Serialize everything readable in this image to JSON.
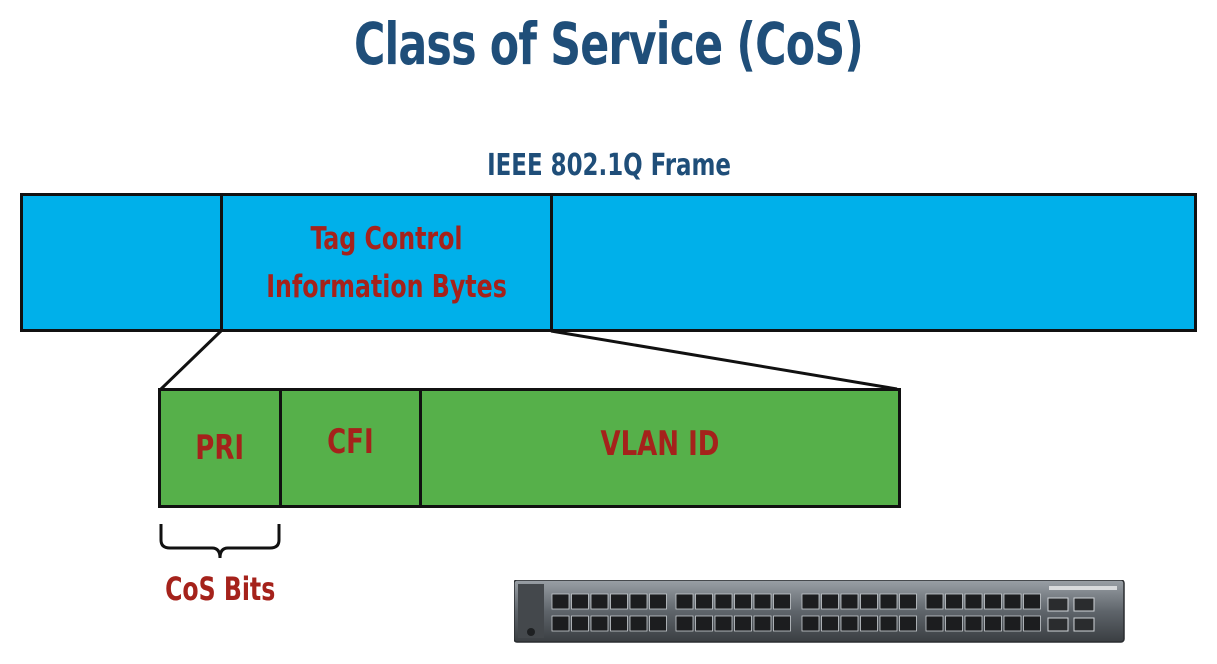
{
  "title": "Class of Service (CoS)",
  "frame_label": "IEEE 802.1Q Frame",
  "frame_fields": {
    "left": "",
    "tci": "Tag Control\nInformation Bytes",
    "right": ""
  },
  "tci_fields": {
    "pri": "PRI",
    "cfi": "CFI",
    "vlan_id": "VLAN ID"
  },
  "cos_bits_label": "CoS Bits",
  "switch_image": {
    "name": "network-switch-image"
  },
  "colors": {
    "title": "#1f4e79",
    "frame_fill": "#00b0ea",
    "tci_fill": "#56b04a",
    "field_text": "#a5221b"
  }
}
